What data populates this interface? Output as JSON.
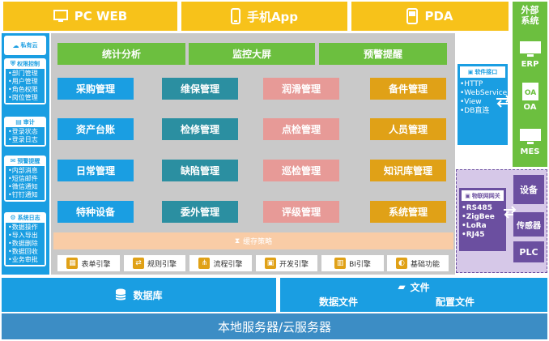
{
  "clients": {
    "pc": "PC WEB",
    "mobile": "手机App",
    "pda": "PDA"
  },
  "external": {
    "title_line1": "外部",
    "title_line2": "系统",
    "items": [
      "ERP",
      "OA",
      "MES"
    ]
  },
  "sidebar": {
    "groups": [
      {
        "title": "私有云",
        "items": []
      },
      {
        "title": "权限控制",
        "items": [
          "•部门管理",
          "•用户管理",
          "•角色权限",
          "•岗位管理"
        ]
      },
      {
        "title": "审计",
        "items": [
          "•登录状态",
          "•登录日志"
        ]
      },
      {
        "title": "预警提醒",
        "items": [
          "•内部消息",
          "•短信邮件",
          "•微信通知",
          "•钉钉通知"
        ]
      },
      {
        "title": "系统日志",
        "items": [
          "•数据操作",
          "•导入导出",
          "•数据删除",
          "•数据回收",
          "•业务审批"
        ]
      }
    ]
  },
  "top_tabs": [
    "统计分析",
    "监控大屏",
    "预警提醒"
  ],
  "modules": [
    [
      "采购管理",
      "维保管理",
      "润滑管理",
      "备件管理"
    ],
    [
      "资产台账",
      "检修管理",
      "点检管理",
      "人员管理"
    ],
    [
      "日常管理",
      "缺陷管理",
      "巡检管理",
      "知识库管理"
    ],
    [
      "特种设备",
      "委外管理",
      "评级管理",
      "系统管理"
    ]
  ],
  "cache": "缓存策略",
  "engines": [
    "表单引擎",
    "规则引擎",
    "流程引擎",
    "开发引擎",
    "BI引擎",
    "基础功能"
  ],
  "software": {
    "title": "软件接口",
    "items": [
      "•HTTP",
      "•WebService",
      "•View",
      "•DB直连"
    ]
  },
  "iot": {
    "title": "物联网网关",
    "items": [
      "•RS485",
      "•ZigBee",
      "•LoRa",
      "•RJ45"
    ],
    "devices": [
      "设备",
      "传感器",
      "PLC"
    ]
  },
  "storage": {
    "database": "数据库",
    "file": "文件",
    "data_file": "数据文件",
    "config_file": "配置文件"
  },
  "server": "本地服务器/云服务器",
  "colors": {
    "yellow": "#f7c21a",
    "green": "#6cbf3f",
    "blue": "#1a9ee2",
    "teal": "#2b8fa1",
    "pink": "#e79a97",
    "gold": "#e0a117",
    "purple": "#6b4fa0",
    "grey": "#c9c9c9",
    "peach": "#f9cca6"
  }
}
